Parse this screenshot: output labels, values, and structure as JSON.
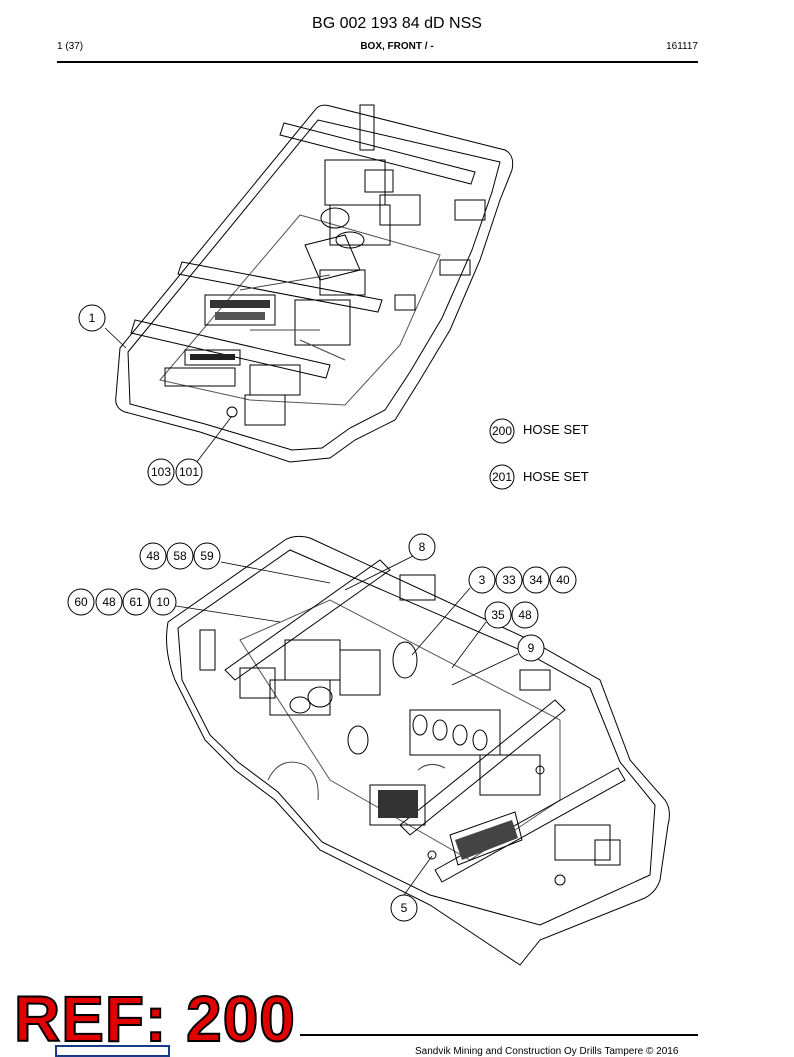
{
  "header": {
    "title": "BG 002 193 84 dD NSS",
    "page": "1 (37)",
    "subtitle": "BOX, FRONT / -",
    "date": "161117"
  },
  "legend": [
    {
      "num": "200",
      "label": "HOSE SET"
    },
    {
      "num": "201",
      "label": "HOSE SET"
    }
  ],
  "callouts_top": {
    "c1": "1",
    "c103": "103",
    "c101": "101"
  },
  "callouts_bottom": {
    "c48a": "48",
    "c58": "58",
    "c59": "59",
    "c8": "8",
    "c60": "60",
    "c48b": "48",
    "c61": "61",
    "c10": "10",
    "c3": "3",
    "c33": "33",
    "c34": "34",
    "c40": "40",
    "c35": "35",
    "c48c": "48",
    "c9": "9",
    "c5": "5"
  },
  "footer": {
    "copyright": "Sandvik Mining and Construction Oy Drills Tampere © 2016",
    "stamp": "REF: 200"
  },
  "colors": {
    "stamp": "#e00000",
    "logo": "#1a3a8a"
  }
}
